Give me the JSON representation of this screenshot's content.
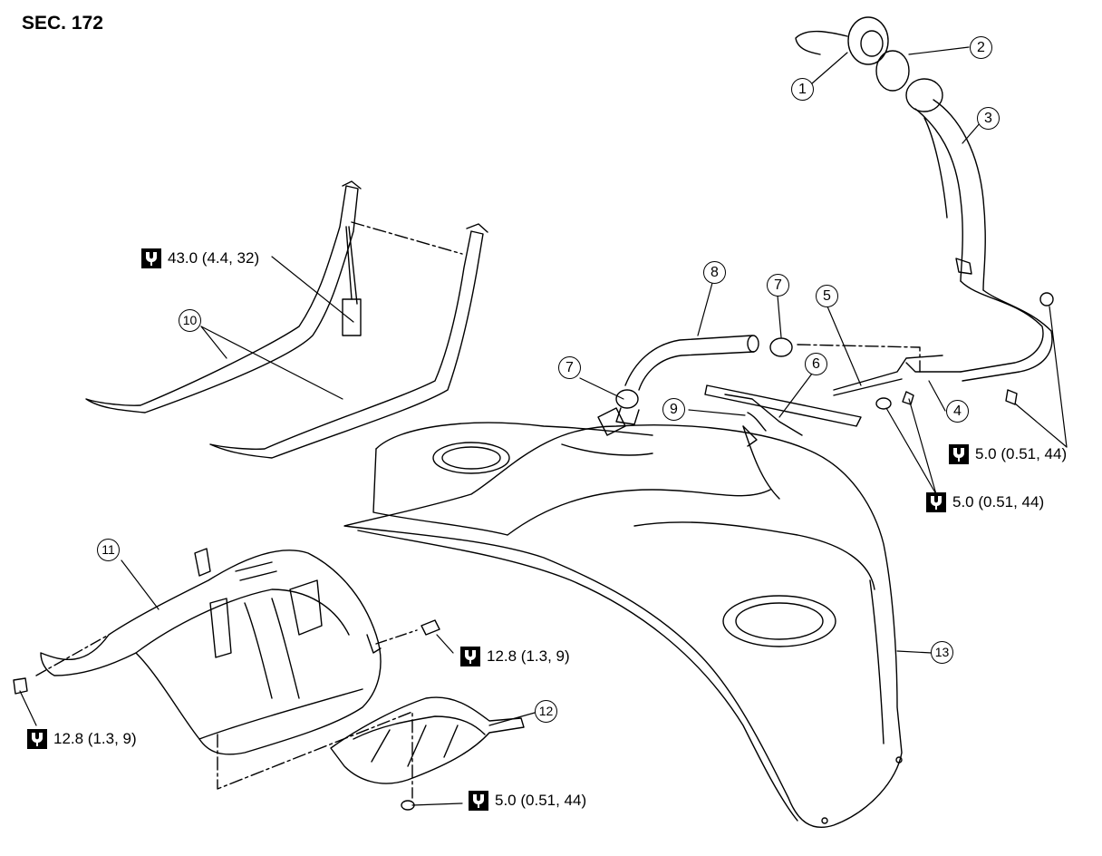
{
  "section": "SEC. 172",
  "callouts": [
    "1",
    "2",
    "3",
    "4",
    "5",
    "6",
    "7",
    "7",
    "8",
    "9",
    "10",
    "11",
    "12",
    "13"
  ],
  "torques": [
    "43.0 (4.4, 32)",
    "5.0 (0.51, 44)",
    "5.0 (0.51, 44)",
    "12.8 (1.3, 9)",
    "12.8 (1.3, 9)",
    "5.0 (0.51, 44)"
  ],
  "icons": {
    "torque": "torque-wrench-icon"
  },
  "colors": {
    "line": "#000000",
    "background": "#ffffff"
  }
}
